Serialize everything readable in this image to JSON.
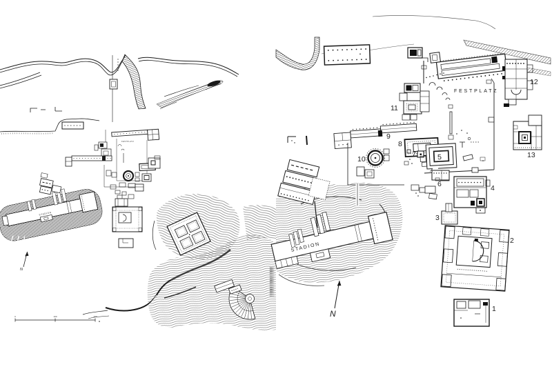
{
  "figure": {
    "panels": [
      "overview-site-plan",
      "detail-site-plan"
    ]
  },
  "left_plan": {
    "stadion_label": "STADION",
    "festplatz_label": "FESTPLATZ",
    "north_label": "N",
    "scale_ticks": [
      "0",
      "100",
      "200"
    ]
  },
  "right_plan": {
    "festplatz_label": "FESTPLATZ",
    "stadion_label": "STADION",
    "north_label": "N",
    "building_numbers": [
      "1",
      "2",
      "3",
      "4",
      "5",
      "6",
      "7",
      "8",
      "9",
      "10",
      "11",
      "12",
      "13"
    ]
  },
  "colors": {
    "ink": "#1a1a1a",
    "paper": "#ffffff"
  }
}
